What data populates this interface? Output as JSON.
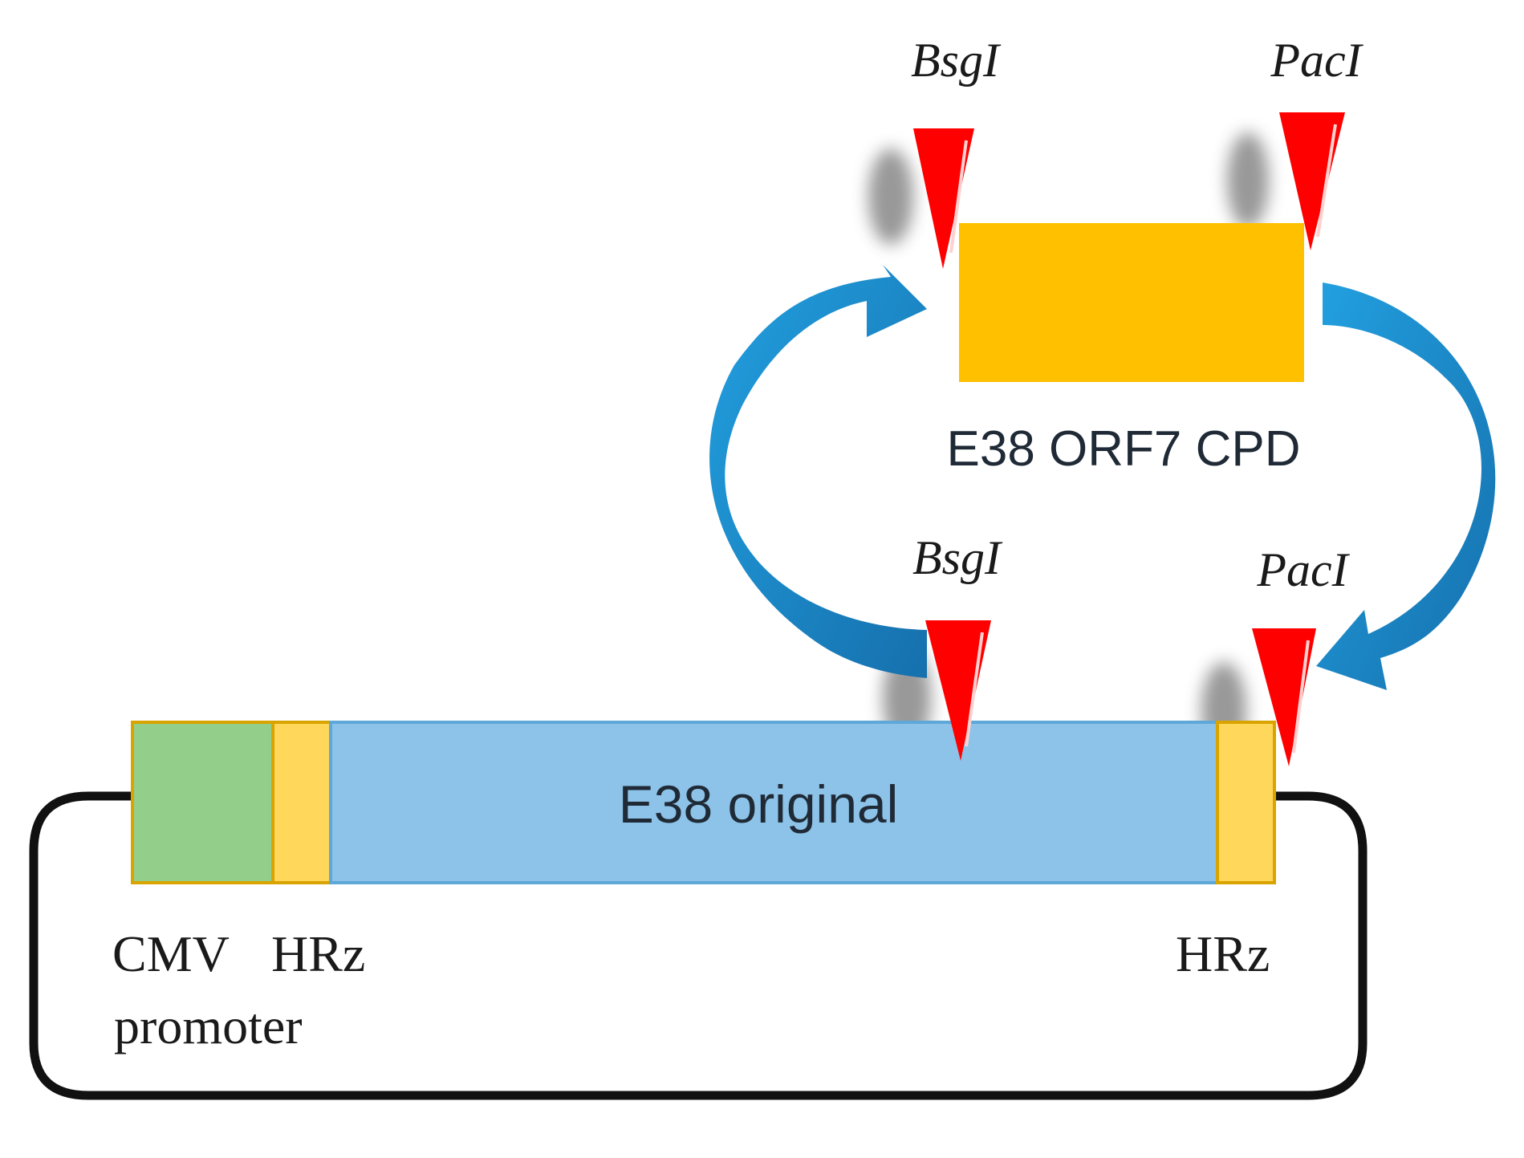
{
  "vector": {
    "backbone_label": "",
    "segments": {
      "cmv": {
        "label": "CMV",
        "label_line2": "promoter",
        "color": "#93cf8a",
        "border": "#d9a300"
      },
      "hrz_left": {
        "label": "HRz",
        "color": "#ffd75a",
        "border": "#d9a300"
      },
      "e38_original": {
        "label": "E38 original",
        "color": "#8dc3e8",
        "border": "#5da7d9"
      },
      "hrz_right": {
        "label": "HRz",
        "color": "#ffd75a",
        "border": "#d9a300"
      }
    },
    "sites": {
      "left": "BsgI",
      "right": "PacI"
    }
  },
  "insert": {
    "label": "E38 ORF7 CPD",
    "color": "#ffc000",
    "sites": {
      "left": "BsgI",
      "right": "PacI"
    }
  },
  "colors": {
    "site_marker": "#ff0000",
    "arrow": "#1b8fd2",
    "arrow_dark": "#1a6fa6",
    "backbone": "#111111"
  }
}
